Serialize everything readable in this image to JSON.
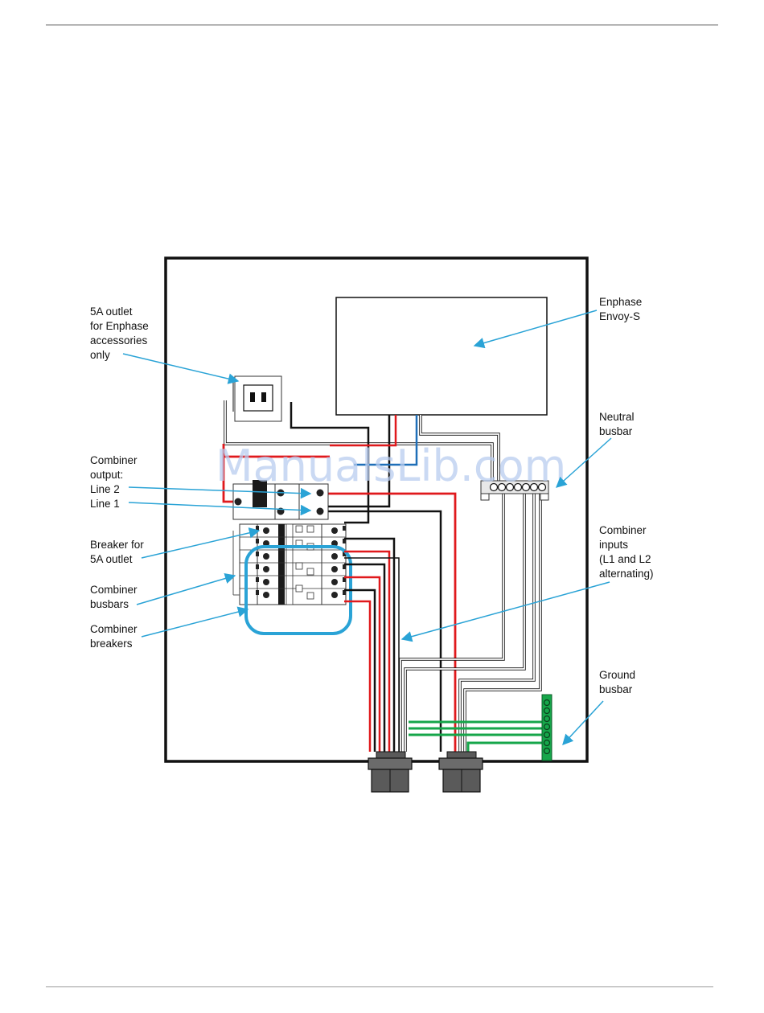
{
  "labels": {
    "outlet": [
      "5A outlet",
      "for Enphase",
      "accessories",
      "only"
    ],
    "envoy": [
      "Enphase",
      "Envoy-S"
    ],
    "neutral": [
      "Neutral",
      "busbar"
    ],
    "combiner_output": [
      "Combiner",
      "output:",
      "Line 2",
      "Line 1"
    ],
    "breaker_outlet": [
      "Breaker for",
      "5A outlet"
    ],
    "combiner_busbars": [
      "Combiner",
      "busbars"
    ],
    "combiner_breakers": [
      "Combiner",
      "breakers"
    ],
    "combiner_inputs": [
      "Combiner",
      "inputs",
      "(L1 and L2",
      "alternating)"
    ],
    "ground": [
      "Ground",
      "busbar"
    ]
  },
  "watermark": "ManualsLib.com",
  "colors": {
    "line2": "#e0191c",
    "line1": "#111111",
    "neutral": "#ffffff",
    "ground": "#16a64a",
    "callout": "#2aa3d6",
    "envoy_wire": "#1f6fb8"
  }
}
